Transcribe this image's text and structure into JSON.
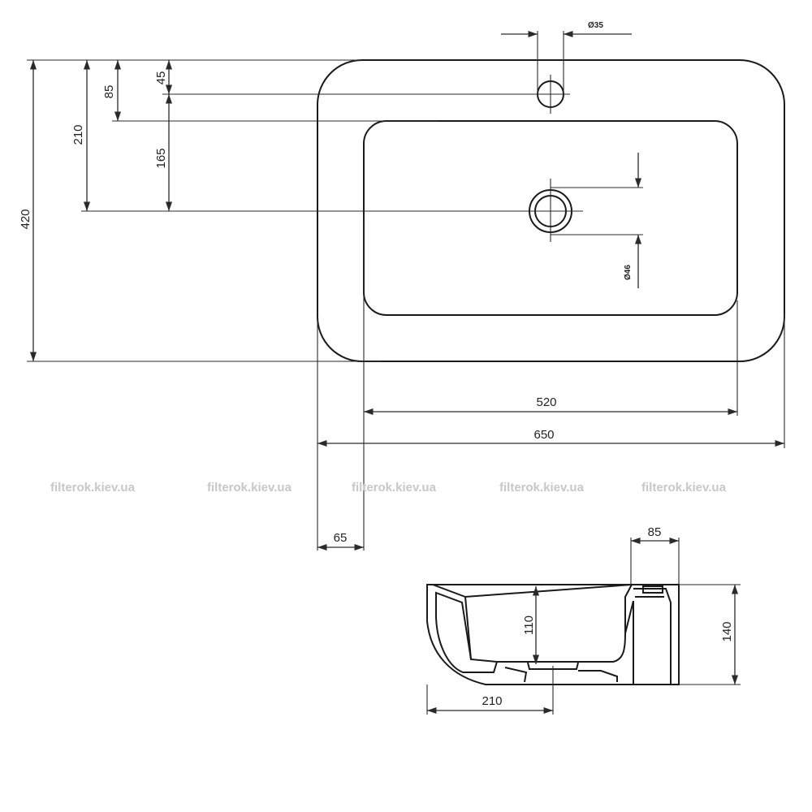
{
  "top_view": {
    "dims": {
      "total_depth": "420",
      "drain_from_back": "210",
      "bowl_from_back": "85",
      "tap_from_back": "45",
      "drain_from_bowl_edge": "165",
      "bowl_width": "520",
      "total_width": "650",
      "side_ledge": "65",
      "tap_hole_diameter": "Ø35",
      "drain_hole_diameter": "Ø46"
    }
  },
  "side_view": {
    "dims": {
      "top_ledge": "85",
      "bowl_depth": "110",
      "total_height": "140",
      "drain_offset": "210"
    }
  },
  "watermarks": [
    "filterok.kiev.ua",
    "filterok.kiev.ua",
    "filterok.kiev.ua",
    "filterok.kiev.ua",
    "filterok.kiev.ua"
  ]
}
